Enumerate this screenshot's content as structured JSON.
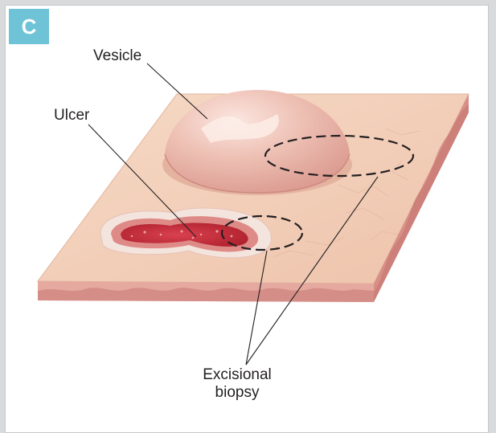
{
  "panel": {
    "badge": "C"
  },
  "labels": {
    "vesicle": "Vesicle",
    "ulcer": "Ulcer",
    "excisional_line1": "Excisional",
    "excisional_line2": "biopsy"
  },
  "colors": {
    "badge": "#6fc3d6",
    "skin_top": "#f1cdb5",
    "skin_side": "#e5a9a0",
    "vesicle": "#e9b7a9",
    "ulcer": "#c4303f",
    "leader_lines": "#231f20"
  }
}
